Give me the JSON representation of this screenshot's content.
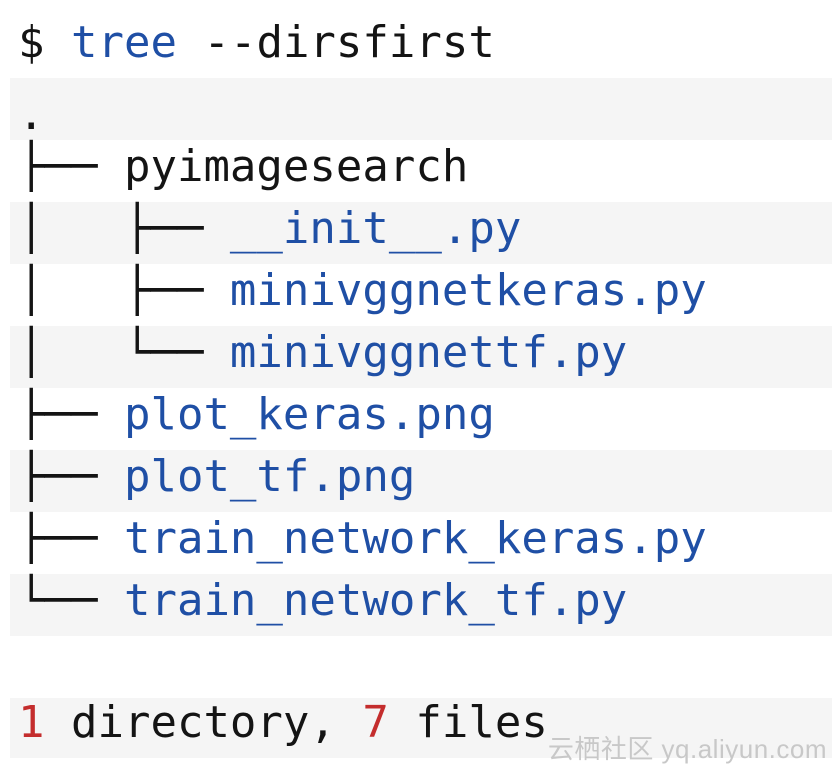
{
  "terminal": {
    "prompt": "$",
    "command": "tree",
    "flag": "--dirsfirst",
    "root": ".",
    "entries": [
      {
        "prefix": "├── ",
        "name": "pyimagesearch",
        "ext": ""
      },
      {
        "prefix": "│   ├── ",
        "name": "__init__",
        "ext": ".py"
      },
      {
        "prefix": "│   ├── ",
        "name": "minivggnetkeras",
        "ext": ".py"
      },
      {
        "prefix": "│   └── ",
        "name": "minivggnettf",
        "ext": ".py"
      },
      {
        "prefix": "├── ",
        "name": "plot_keras",
        "ext": ".png"
      },
      {
        "prefix": "├── ",
        "name": "plot_tf",
        "ext": ".png"
      },
      {
        "prefix": "├── ",
        "name": "train_network_keras",
        "ext": ".py"
      },
      {
        "prefix": "└── ",
        "name": "train_network_tf",
        "ext": ".py"
      }
    ],
    "summary": {
      "dir_count": "1",
      "dir_label": " directory, ",
      "file_count": "7",
      "file_label": " files"
    }
  },
  "watermark": "云栖社区 yq.aliyun.com",
  "colors": {
    "text_dark": "#141414",
    "filename_blue": "#1f4fa5",
    "count_red": "#c42d2d",
    "stripe_gray": "#f5f5f5"
  }
}
